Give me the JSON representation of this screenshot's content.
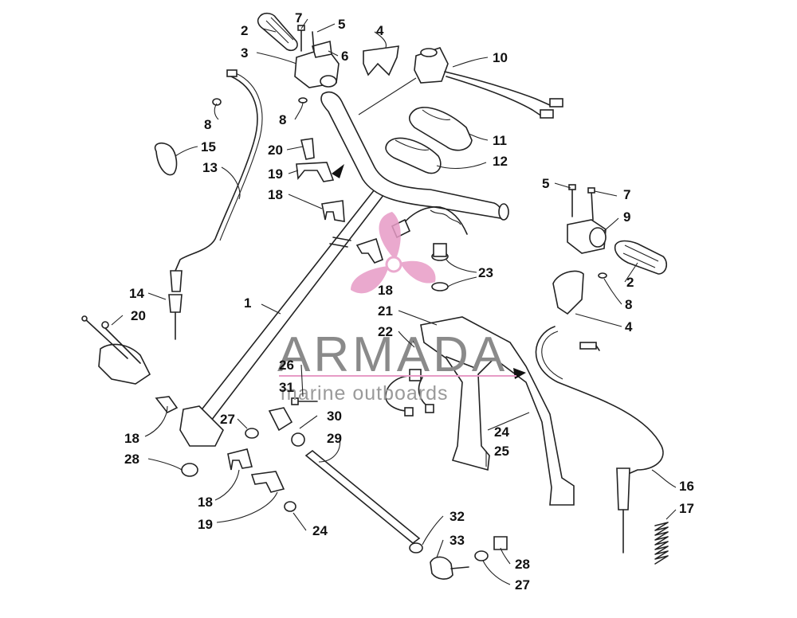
{
  "watermark": {
    "brand": "ARMADA",
    "tagline": "marine outboards",
    "logo_color": "#e79bc6",
    "text_color": "#8a8a8a",
    "underline_color": "#e79bc6"
  },
  "callouts": [
    {
      "id": "c-1",
      "label": "1"
    },
    {
      "id": "c-2a",
      "label": "2"
    },
    {
      "id": "c-2b",
      "label": "2"
    },
    {
      "id": "c-3",
      "label": "3"
    },
    {
      "id": "c-4a",
      "label": "4"
    },
    {
      "id": "c-4b",
      "label": "4"
    },
    {
      "id": "c-5a",
      "label": "5"
    },
    {
      "id": "c-5b",
      "label": "5"
    },
    {
      "id": "c-6",
      "label": "6"
    },
    {
      "id": "c-7a",
      "label": "7"
    },
    {
      "id": "c-7b",
      "label": "7"
    },
    {
      "id": "c-8a",
      "label": "8"
    },
    {
      "id": "c-8b",
      "label": "8"
    },
    {
      "id": "c-8c",
      "label": "8"
    },
    {
      "id": "c-9",
      "label": "9"
    },
    {
      "id": "c-10",
      "label": "10"
    },
    {
      "id": "c-11",
      "label": "11"
    },
    {
      "id": "c-12",
      "label": "12"
    },
    {
      "id": "c-13",
      "label": "13"
    },
    {
      "id": "c-14",
      "label": "14"
    },
    {
      "id": "c-15",
      "label": "15"
    },
    {
      "id": "c-16",
      "label": "16"
    },
    {
      "id": "c-17",
      "label": "17"
    },
    {
      "id": "c-18a",
      "label": "18"
    },
    {
      "id": "c-18b",
      "label": "18"
    },
    {
      "id": "c-18c",
      "label": "18"
    },
    {
      "id": "c-18d",
      "label": "18"
    },
    {
      "id": "c-19a",
      "label": "19"
    },
    {
      "id": "c-19b",
      "label": "19"
    },
    {
      "id": "c-20a",
      "label": "20"
    },
    {
      "id": "c-20b",
      "label": "20"
    },
    {
      "id": "c-21",
      "label": "21"
    },
    {
      "id": "c-22",
      "label": "22"
    },
    {
      "id": "c-23",
      "label": "23"
    },
    {
      "id": "c-24a",
      "label": "24"
    },
    {
      "id": "c-24b",
      "label": "24"
    },
    {
      "id": "c-25",
      "label": "25"
    },
    {
      "id": "c-26",
      "label": "26"
    },
    {
      "id": "c-27a",
      "label": "27"
    },
    {
      "id": "c-27b",
      "label": "27"
    },
    {
      "id": "c-28a",
      "label": "28"
    },
    {
      "id": "c-28b",
      "label": "28"
    },
    {
      "id": "c-29",
      "label": "29"
    },
    {
      "id": "c-30",
      "label": "30"
    },
    {
      "id": "c-31",
      "label": "31"
    },
    {
      "id": "c-32",
      "label": "32"
    },
    {
      "id": "c-33",
      "label": "33"
    }
  ]
}
